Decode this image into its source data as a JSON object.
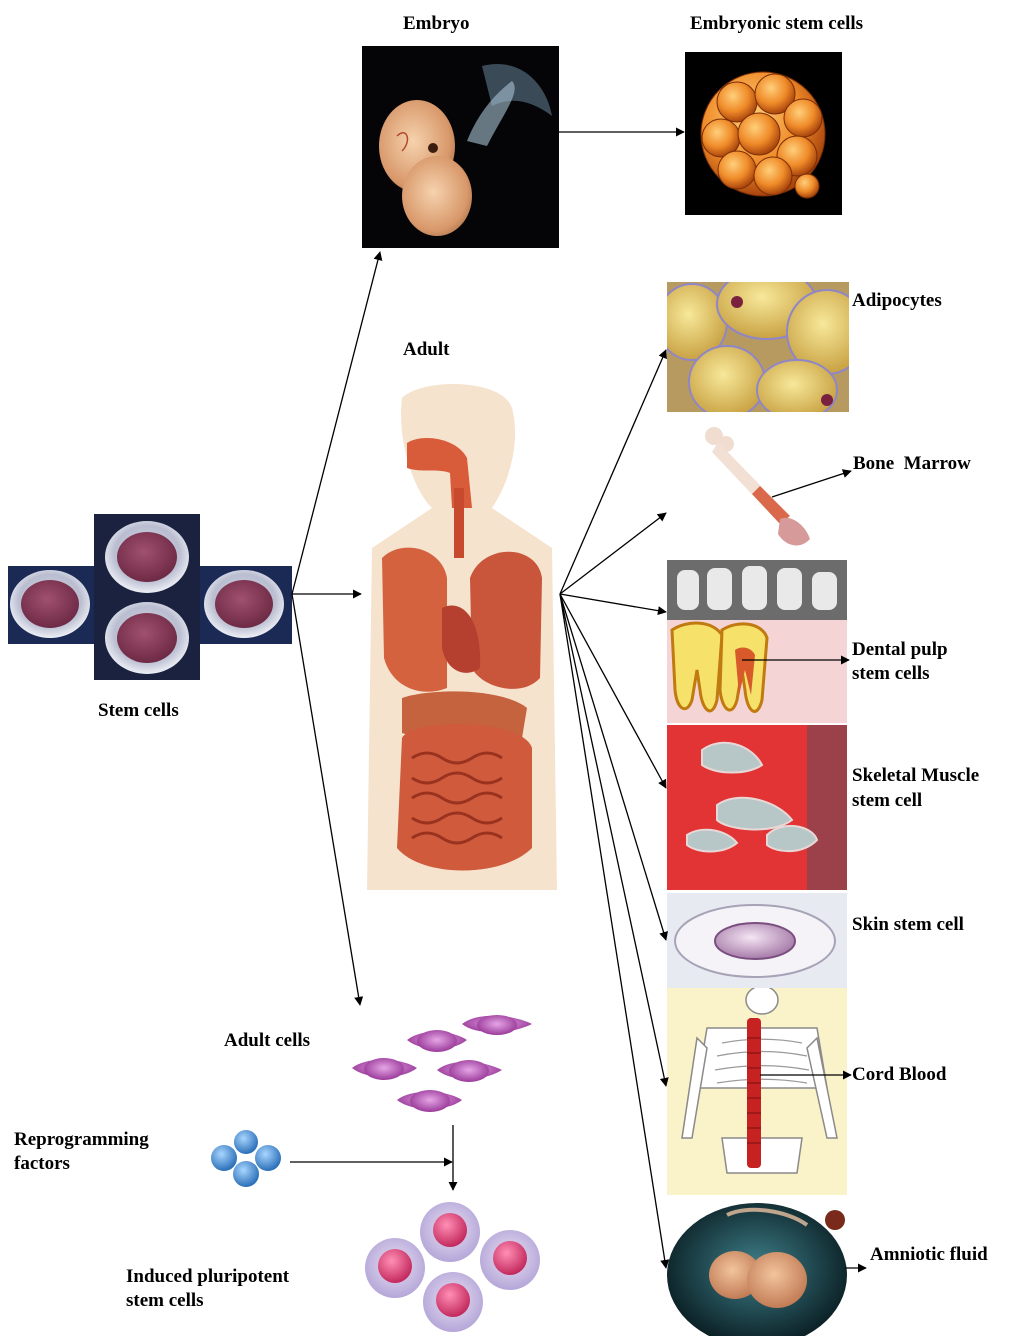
{
  "labels": {
    "embryo": "Embryo",
    "embryonic_stem_cells": "Embryonic stem cells",
    "adult": "Adult",
    "stem_cells": "Stem cells",
    "adipocytes": "Adipocytes",
    "bone_marrow": "Bone  Marrow",
    "dental_pulp_line1": "Dental pulp",
    "dental_pulp_line2": "stem cells",
    "skeletal_muscle_line1": "Skeletal Muscle",
    "skeletal_muscle_line2": "stem cell",
    "skin_stem_cell": "Skin stem cell",
    "cord_blood": "Cord Blood",
    "amniotic_fluid": "Amniotic fluid",
    "adult_cells": "Adult cells",
    "reprogramming_line1": "Reprogramming",
    "reprogramming_line2": "factors",
    "ipsc_line1": "Induced pluripotent",
    "ipsc_line2": "stem cells"
  },
  "colors": {
    "stem_cell_bg": "#1c2340",
    "stem_cell_nucleus": "#8a3a55",
    "embryo_bg": "#050508",
    "embryo_skin": "#e7b58a",
    "cluster_cell": "#e9781f",
    "adipocyte": "#e9cc68",
    "muscle_bg": "#e03030",
    "skin_nucleus": "#c8a3c9",
    "spine_red": "#c62222",
    "skeleton_bg": "#faf2c8",
    "adult_cell_purple": "#bb55bb",
    "factor_blue": "#3d8fd6",
    "ipsc_pink": "#d83a72",
    "arrow": "#000000"
  },
  "icons": [
    "stem-cell-icon",
    "embryo-image",
    "embryonic-cluster-image",
    "human-anatomy-image",
    "adipocytes-image",
    "bone-image",
    "tooth-image",
    "muscle-image",
    "skin-cell-image",
    "skeleton-image",
    "fetus-image",
    "adult-cell-icon",
    "reprogramming-factor-icon",
    "ipsc-icon"
  ]
}
